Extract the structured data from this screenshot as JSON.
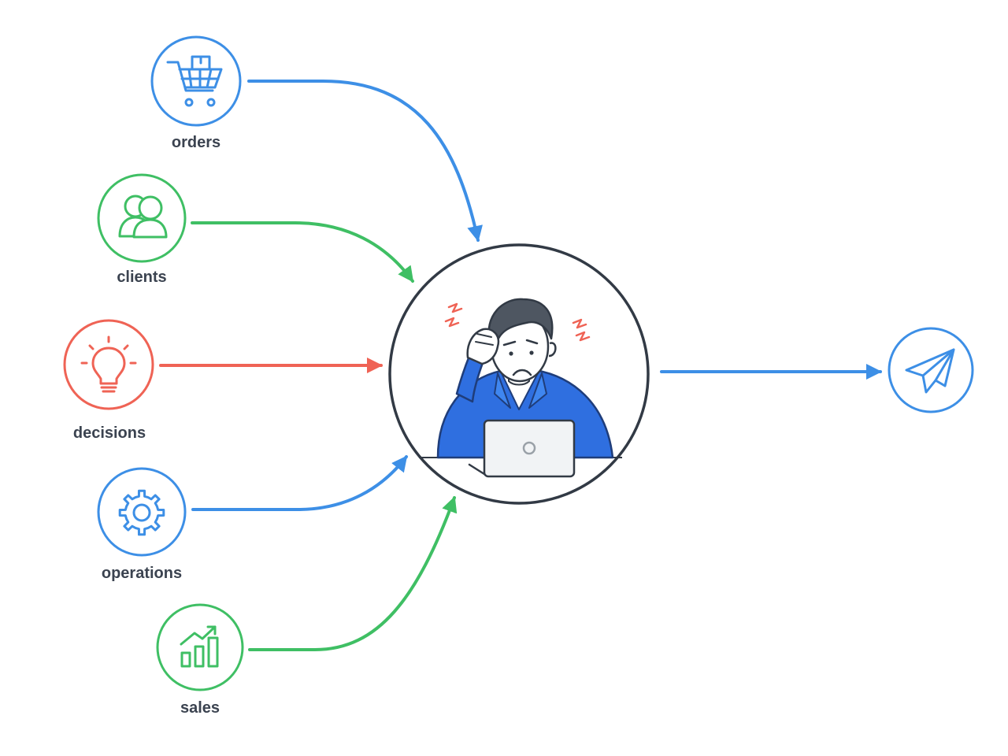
{
  "colors": {
    "blue": "#3d8fe6",
    "green": "#3fbf64",
    "red": "#ef6355",
    "dark": "#323a45",
    "label": "#3b4350"
  },
  "nodes": [
    {
      "id": "orders",
      "label": "orders",
      "icon": "shopping-cart-icon",
      "color": "#3d8fe6"
    },
    {
      "id": "clients",
      "label": "clients",
      "icon": "users-icon",
      "color": "#3fbf64"
    },
    {
      "id": "decisions",
      "label": "decisions",
      "icon": "lightbulb-icon",
      "color": "#ef6355"
    },
    {
      "id": "operations",
      "label": "operations",
      "icon": "gear-icon",
      "color": "#3d8fe6"
    },
    {
      "id": "sales",
      "label": "sales",
      "icon": "bar-chart-growth-icon",
      "color": "#3fbf64"
    }
  ],
  "center": {
    "icon": "stressed-worker-at-laptop-icon"
  },
  "output": {
    "icon": "paper-plane-icon",
    "color": "#3d8fe6"
  }
}
